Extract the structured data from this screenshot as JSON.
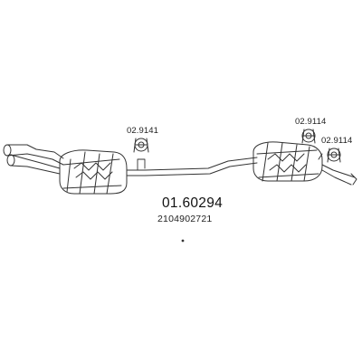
{
  "main_part_number": "01.60294",
  "oem_number": "2104902721",
  "callouts": [
    {
      "name": "hanger-callout-1",
      "part": "02.9141"
    },
    {
      "name": "hanger-callout-2",
      "part": "02.9114"
    },
    {
      "name": "hanger-callout-3",
      "part": "02.9114"
    }
  ],
  "colors": {
    "line": "#333333",
    "background": "#ffffff"
  }
}
